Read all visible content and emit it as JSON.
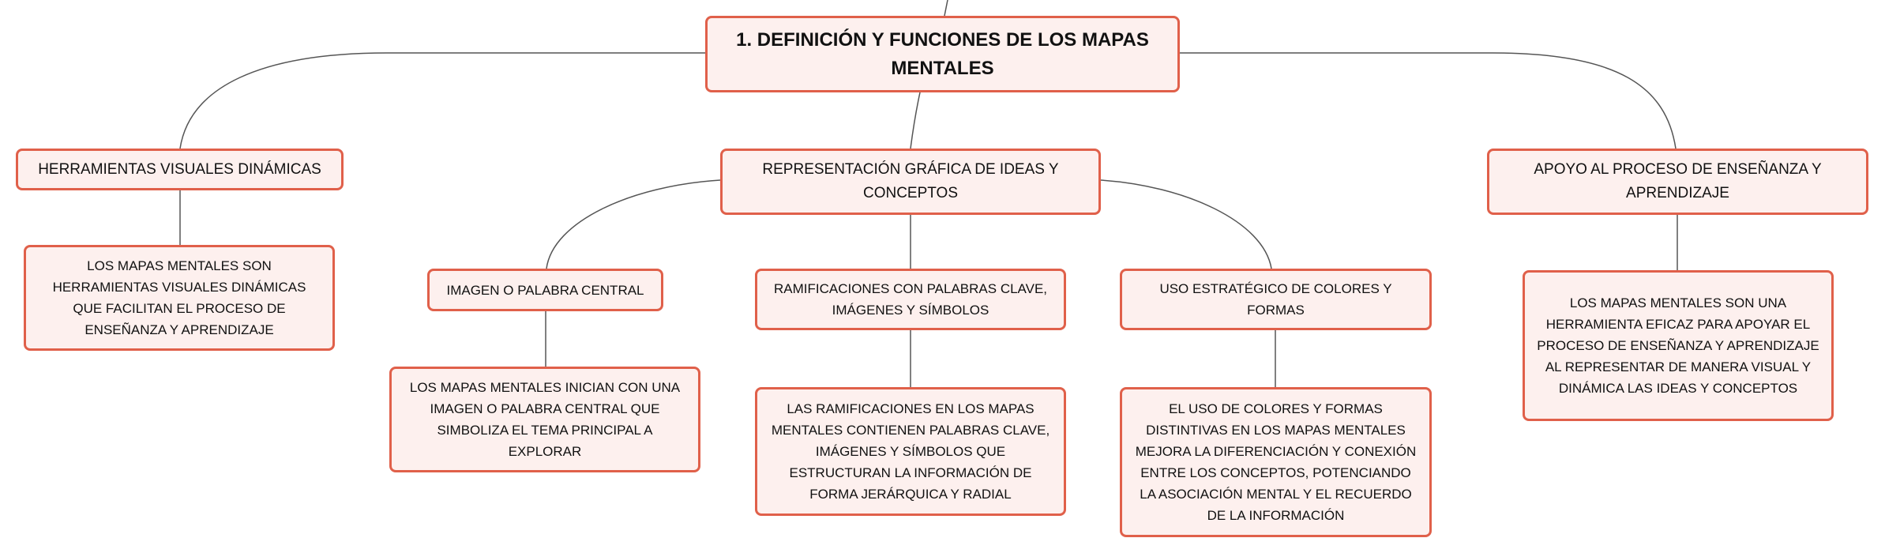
{
  "root": {
    "title": "1. DEFINICIÓN Y FUNCIONES DE LOS MAPAS MENTALES"
  },
  "branches": {
    "left": {
      "label": "HERRAMIENTAS VISUALES DINÁMICAS",
      "detail": "LOS MAPAS MENTALES SON HERRAMIENTAS VISUALES DINÁMICAS QUE FACILITAN EL PROCESO DE ENSEÑANZA Y APRENDIZAJE"
    },
    "center": {
      "label": "REPRESENTACIÓN GRÁFICA DE IDEAS Y CONCEPTOS",
      "children": [
        {
          "label": "IMAGEN O PALABRA CENTRAL",
          "detail": "LOS MAPAS MENTALES INICIAN CON UNA IMAGEN O PALABRA CENTRAL QUE SIMBOLIZA EL TEMA PRINCIPAL A EXPLORAR"
        },
        {
          "label": "RAMIFICACIONES CON PALABRAS CLAVE, IMÁGENES Y SÍMBOLOS",
          "detail": "LAS RAMIFICACIONES EN LOS MAPAS MENTALES CONTIENEN PALABRAS CLAVE, IMÁGENES Y SÍMBOLOS QUE ESTRUCTURAN LA INFORMACIÓN DE FORMA JERÁRQUICA Y RADIAL"
        },
        {
          "label": "USO ESTRATÉGICO DE COLORES Y FORMAS",
          "detail": "EL USO DE COLORES Y FORMAS DISTINTIVAS EN LOS MAPAS MENTALES MEJORA LA DIFERENCIACIÓN Y CONEXIÓN ENTRE LOS CONCEPTOS, POTENCIANDO LA ASOCIACIÓN MENTAL Y EL RECUERDO DE LA INFORMACIÓN"
        }
      ]
    },
    "right": {
      "label": "APOYO AL PROCESO DE ENSEÑANZA Y APRENDIZAJE",
      "detail": "LOS MAPAS MENTALES SON UNA HERRAMIENTA EFICAZ PARA APOYAR EL PROCESO DE ENSEÑANZA Y APRENDIZAJE AL REPRESENTAR DE MANERA VISUAL Y DINÁMICA LAS IDEAS Y CONCEPTOS"
    }
  },
  "colors": {
    "border": "#e0604a",
    "fill": "#fdf0ee",
    "line": "#555555"
  }
}
